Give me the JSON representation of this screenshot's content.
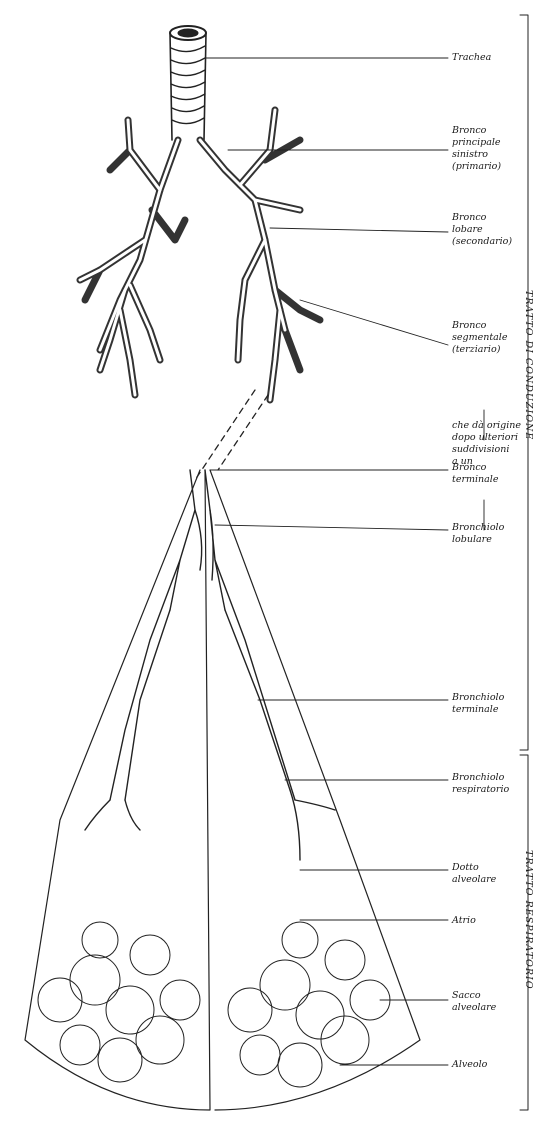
{
  "labels": {
    "trachea": "Trachea",
    "bronco_principale": "Bronco\nprincipale\nsinistro\n(primario)",
    "bronco_lobare": "Bronco\nlobare\n(secondario)",
    "bronco_segmentale": "Bronco\nsegmentale\n(terziario)",
    "origine": "che dà origine\ndopo ulteriori\nsuddivisioni\na un",
    "bronco_terminale": "Bronco\nterminale",
    "bronchiolo_lobulare": "Bronchiolo\nlobulare",
    "bronchiolo_terminale": "Bronchiolo\nterminale",
    "bronchiolo_respiratorio": "Bronchiolo\nrespiratorio",
    "dotto_alveolare": "Dotto\nalveolare",
    "atrio": "Atrio",
    "sacco_alveolare": "Sacco\nalveolare",
    "alveolo": "Alveolo"
  },
  "sections": {
    "conduzione": "TRATTO DI CONDUZIONE",
    "respiratorio": "TRATTO RESPIRATORIO"
  }
}
